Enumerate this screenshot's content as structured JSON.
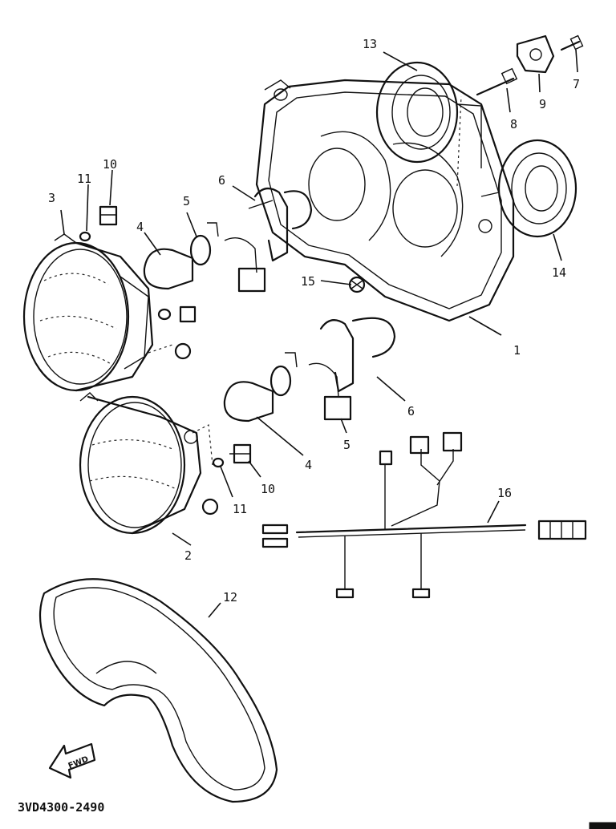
{
  "diagram": {
    "drawing_code": "3VD4300-2490",
    "fwd_label": "FWD",
    "callouts": {
      "c1": "1",
      "c2": "2",
      "c3": "3",
      "c4a": "4",
      "c4b": "4",
      "c5a": "5",
      "c5b": "5",
      "c6a": "6",
      "c6b": "6",
      "c7": "7",
      "c8": "8",
      "c9": "9",
      "c10a": "10",
      "c10b": "10",
      "c11a": "11",
      "c11b": "11",
      "c12": "12",
      "c13": "13",
      "c14": "14",
      "c15": "15",
      "c16": "16"
    }
  }
}
